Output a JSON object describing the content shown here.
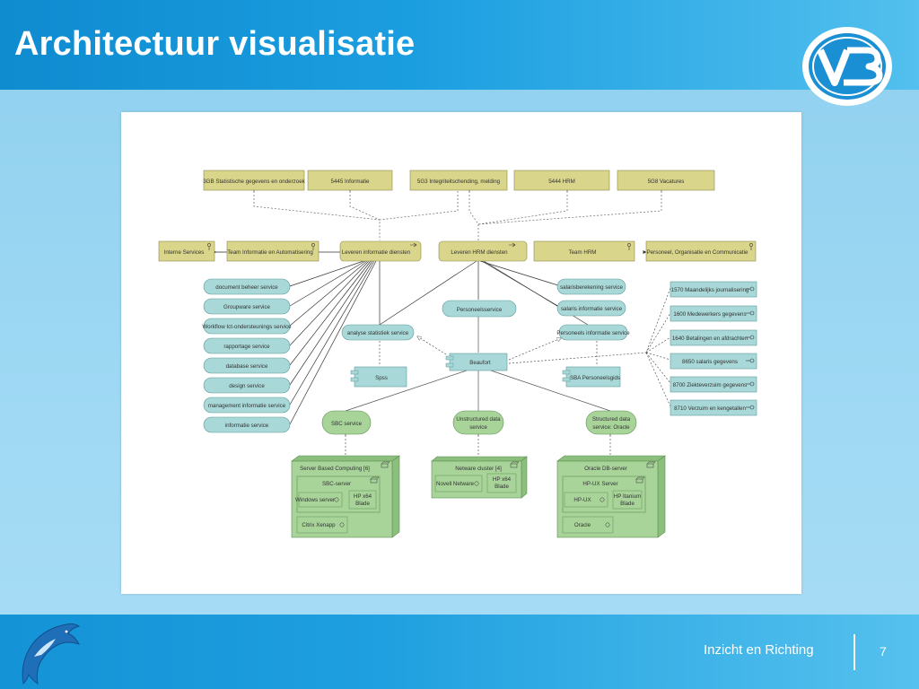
{
  "slide": {
    "title": "Architectuur visualisatie",
    "footer_text": "Inzicht en Richting",
    "page_number": "7"
  },
  "logo": {
    "text": "VB",
    "icon": "vb-logo-icon"
  },
  "colors": {
    "header": "#1493d6",
    "business_fill": "#d9d58b",
    "service_fill": "#a9d8d8",
    "component_fill": "#a9d8d8",
    "node_fill": "#a8d49a",
    "node_dark": "#8cbf7e"
  },
  "diagram": {
    "top_processes": [
      "3GB Statistische gegevens en onderzoek",
      "5445 Informatie",
      "5G3 Integriteitschending, melding",
      "5444 HRM",
      "5G8 Vacatures"
    ],
    "roles": {
      "interne_services": "Interne Services",
      "team_ia": "Team Informatie en Automatisering",
      "leveren_info": "Leveren informatie diensten",
      "leveren_hrm": "Leveren HRM diensten",
      "team_hrm": "Team HRM",
      "poc": "Personeel, Organisatie en Communicatie"
    },
    "left_services": [
      "document beheer service",
      "Groupware service",
      "Workflow Ict-ondersteunings service",
      "rapportage service",
      "database service",
      "design service",
      "management informatie service",
      "informatie service"
    ],
    "center": {
      "analyse": "analyse statistiek service",
      "personeelsservice": "Personeelsservice",
      "spss": "Spss",
      "beaufort": "Beaufort",
      "sba": "SBA Personeelsgids",
      "personeels_info": "Personeels informatie service"
    },
    "right_services": [
      "salarisberekening service",
      "salaris informatie service"
    ],
    "data_objects": [
      "1570 Maandelijks journalisering",
      "1600 Medewerkers gegevens",
      "1640 Betalingen en afdrachten",
      "8650 salaris gegevens",
      "8700 Ziekteverzuim gegevens",
      "8710 Verzuim en kengetallen"
    ],
    "infra_services": {
      "sbc": "SBC service",
      "unstructured_1": "Unstructured data",
      "unstructured_2": "service",
      "structured_1": "Structured data",
      "structured_2": "service: Oracle"
    },
    "nodes": {
      "sbc_outer": "Server Based Computing [6]",
      "sbc_server": "SBC-server",
      "windows_server": "Windows server",
      "hp_blade_1a": "HP x64",
      "hp_blade_1b": "Blade",
      "citrix": "Citrix Xenapp",
      "netware_cluster": "Netware cluster [4]",
      "novell": "Novell Netware",
      "hp_blade_2a": "HP x64",
      "hp_blade_2b": "Blade",
      "oracle_db": "Oracle DB-server",
      "hpux_server": "HP-UX Server",
      "hpux": "HP-UX",
      "itanium_a": "HP Itanium",
      "itanium_b": "Blade",
      "oracle": "Oracle"
    }
  }
}
